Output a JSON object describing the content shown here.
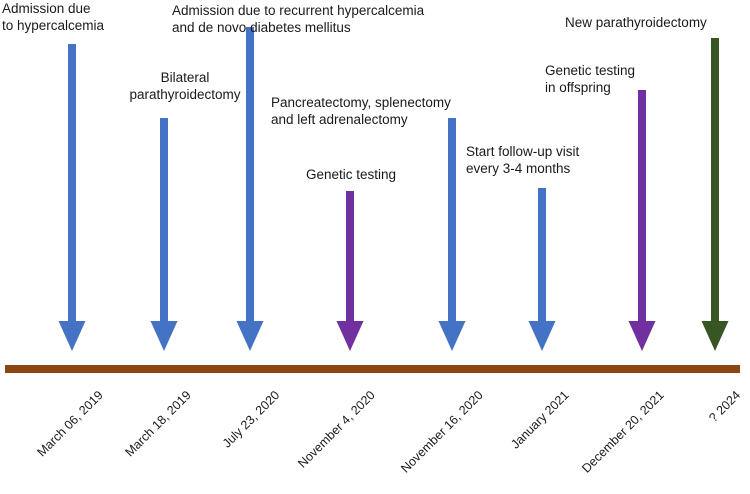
{
  "timeline": {
    "axis_color": "#8b4513",
    "arrow_colors": {
      "blue": "#4472c4",
      "purple": "#7030a0",
      "green": "#375623"
    },
    "events": [
      {
        "date": "March 06, 2019",
        "label": "Admission due\nto hypercalcemia",
        "color": "blue"
      },
      {
        "date": "March 18, 2019",
        "label": "Bilateral\nparathyroidectomy",
        "color": "blue"
      },
      {
        "date": "July 23, 2020",
        "label": "Admission due to recurrent hypercalcemia\nand de novo diabetes mellitus",
        "color": "blue"
      },
      {
        "date": "November 4, 2020",
        "label": "Genetic testing",
        "color": "purple"
      },
      {
        "date": "November 16, 2020",
        "label": "Pancreatectomy, splenectomy\nand left adrenalectomy",
        "color": "blue"
      },
      {
        "date": "January 2021",
        "label": "Start follow-up visit\nevery 3-4 months",
        "color": "blue"
      },
      {
        "date": "December 20, 2021",
        "label": "Genetic testing\nin offspring",
        "color": "purple"
      },
      {
        "date": "? 2024",
        "label": "New parathyroidectomy",
        "color": "green"
      }
    ]
  }
}
